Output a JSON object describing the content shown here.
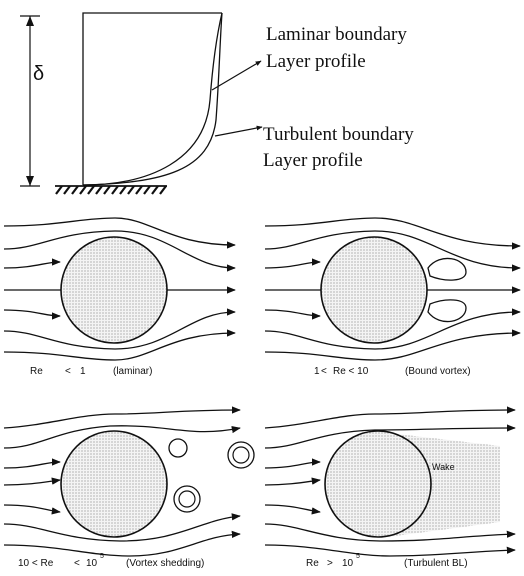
{
  "profiles": {
    "thickness_symbol": "δ",
    "laminar_line1": "Laminar boundary",
    "laminar_line2": "Layer profile",
    "turbulent_line1": "Turbulent boundary",
    "turbulent_line2": "Layer profile"
  },
  "regimes": [
    {
      "re_prefix": "Re",
      "re_op": "<",
      "re_suffix": "1",
      "exponent": "",
      "regime": "(laminar)"
    },
    {
      "re_prefix": "1",
      "re_op": "<",
      "re_suffix": "Re < 10",
      "exponent": "",
      "regime": "(Bound vortex)"
    },
    {
      "re_prefix": "10 < Re",
      "re_op": "<",
      "re_suffix": "10",
      "exponent": "5",
      "regime": "(Vortex shedding)"
    },
    {
      "re_prefix": "Re",
      "re_op": ">",
      "re_suffix": "10",
      "exponent": "5",
      "regime": "(Turbulent BL)"
    }
  ],
  "wake_label": "Wake",
  "colors": {
    "ink": "#111111",
    "stipple": "#b9b9b9",
    "background": "#ffffff"
  }
}
